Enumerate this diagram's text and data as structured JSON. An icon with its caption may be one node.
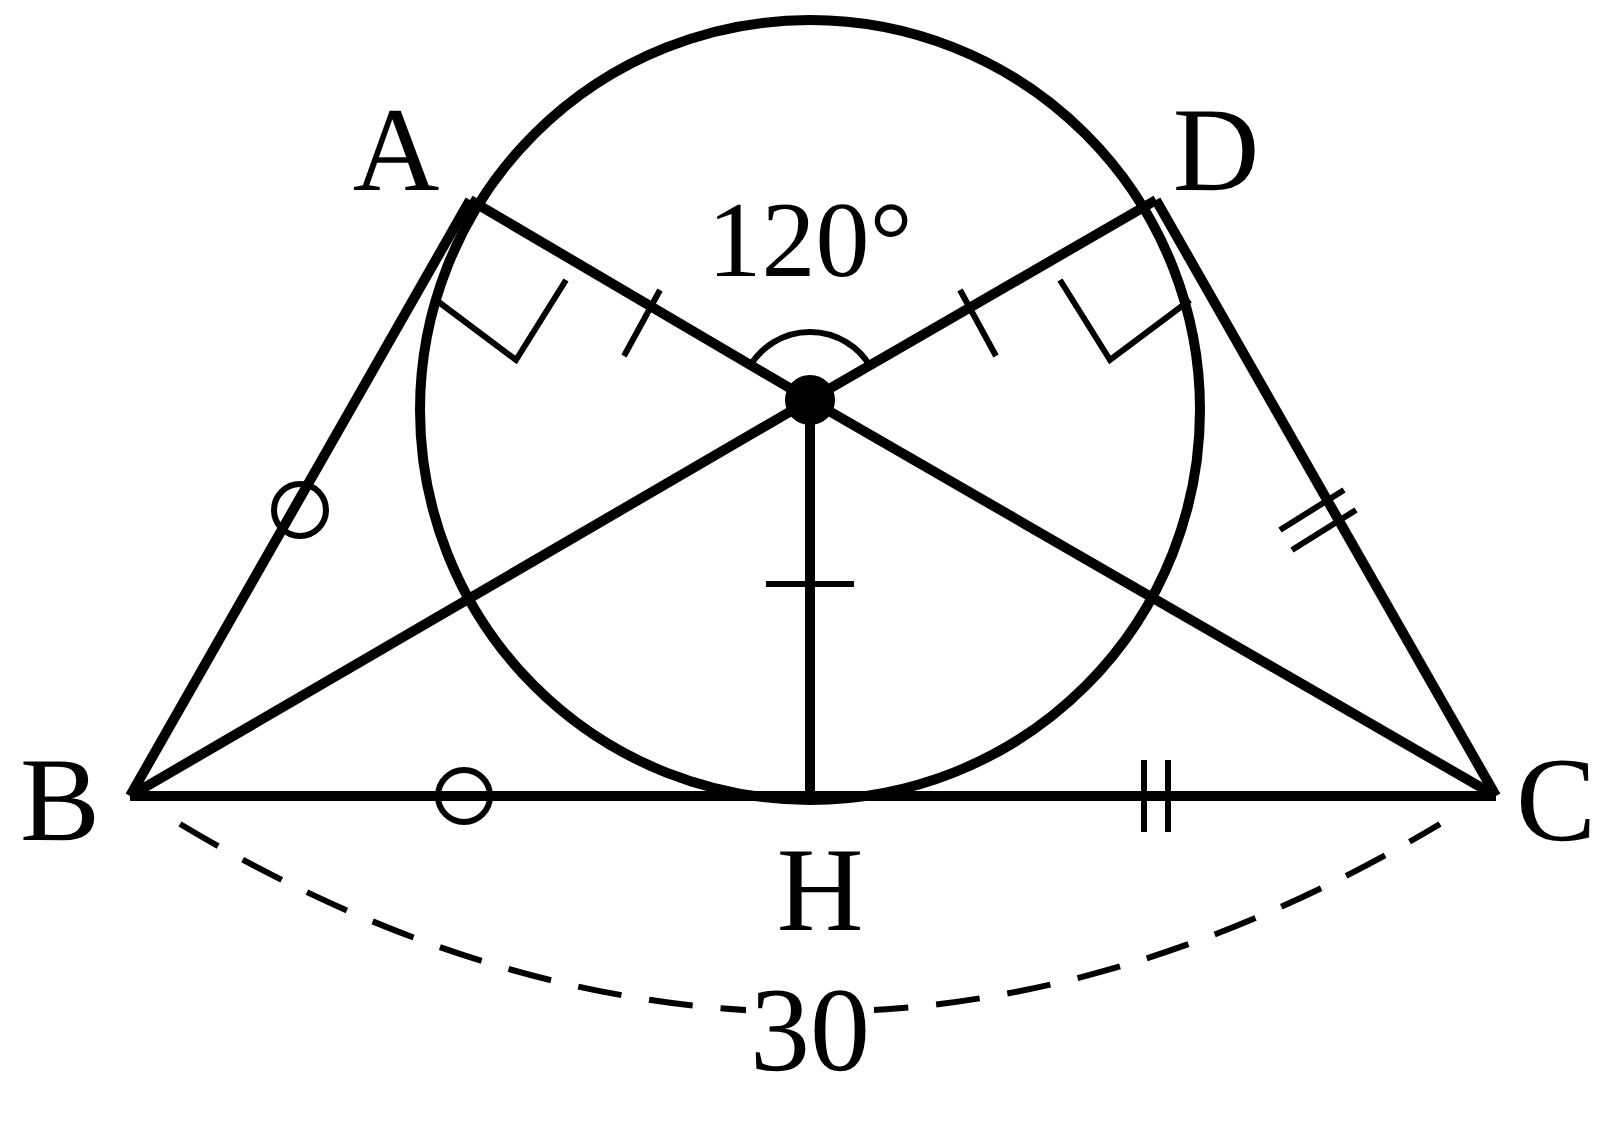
{
  "diagram": {
    "labels": [
      "A",
      "D",
      "120°",
      "B",
      "H",
      "C",
      "30"
    ]
  }
}
